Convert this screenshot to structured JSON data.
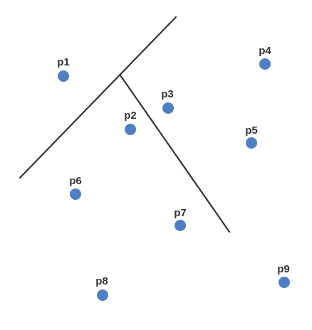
{
  "colors": {
    "background": "#ffffff",
    "point_fill": "#4f7fc2",
    "label_text": "#333333",
    "line_stroke": "#333333"
  },
  "points": [
    {
      "id": "p1",
      "label": "p1"
    },
    {
      "id": "p2",
      "label": "p2"
    },
    {
      "id": "p3",
      "label": "p3"
    },
    {
      "id": "p4",
      "label": "p4"
    },
    {
      "id": "p5",
      "label": "p5"
    },
    {
      "id": "p6",
      "label": "p6"
    },
    {
      "id": "p7",
      "label": "p7"
    },
    {
      "id": "p8",
      "label": "p8"
    },
    {
      "id": "p9",
      "label": "p9"
    }
  ]
}
